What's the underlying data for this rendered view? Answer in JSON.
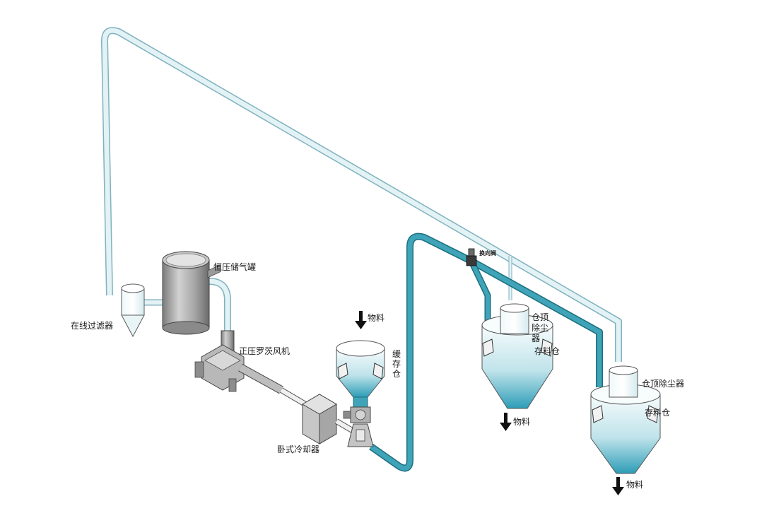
{
  "labels": {
    "online_filter": "在线过滤器",
    "constant_pressure_tank": "恒压储气罐",
    "roots_blower": "正压罗茨风机",
    "horizontal_cooler": "卧式冷却器",
    "buffer_bin": "缓存仓",
    "material_in": "物料",
    "diverter_valve": "换向阀",
    "bin_top_collector_1": "仓顶除尘器",
    "storage_bin_1": "存料仓",
    "material_out_1": "物料",
    "bin_top_collector_2": "仓顶除尘器",
    "storage_bin_2": "存料仓",
    "material_out_2": "物料"
  },
  "colors": {
    "pipe_light": "#d6ecf0",
    "pipe_light_edge": "#7fb2bf",
    "pipe_blue": "#3d9fb3",
    "pipe_blue_edge": "#1d6f80",
    "steel": "#a9a9a9",
    "steel_dark": "#6e6e6e",
    "bin_fill_top": "#f4fbfc",
    "bin_fill_bottom": "#2fa3bc",
    "arrow": "#111111"
  }
}
